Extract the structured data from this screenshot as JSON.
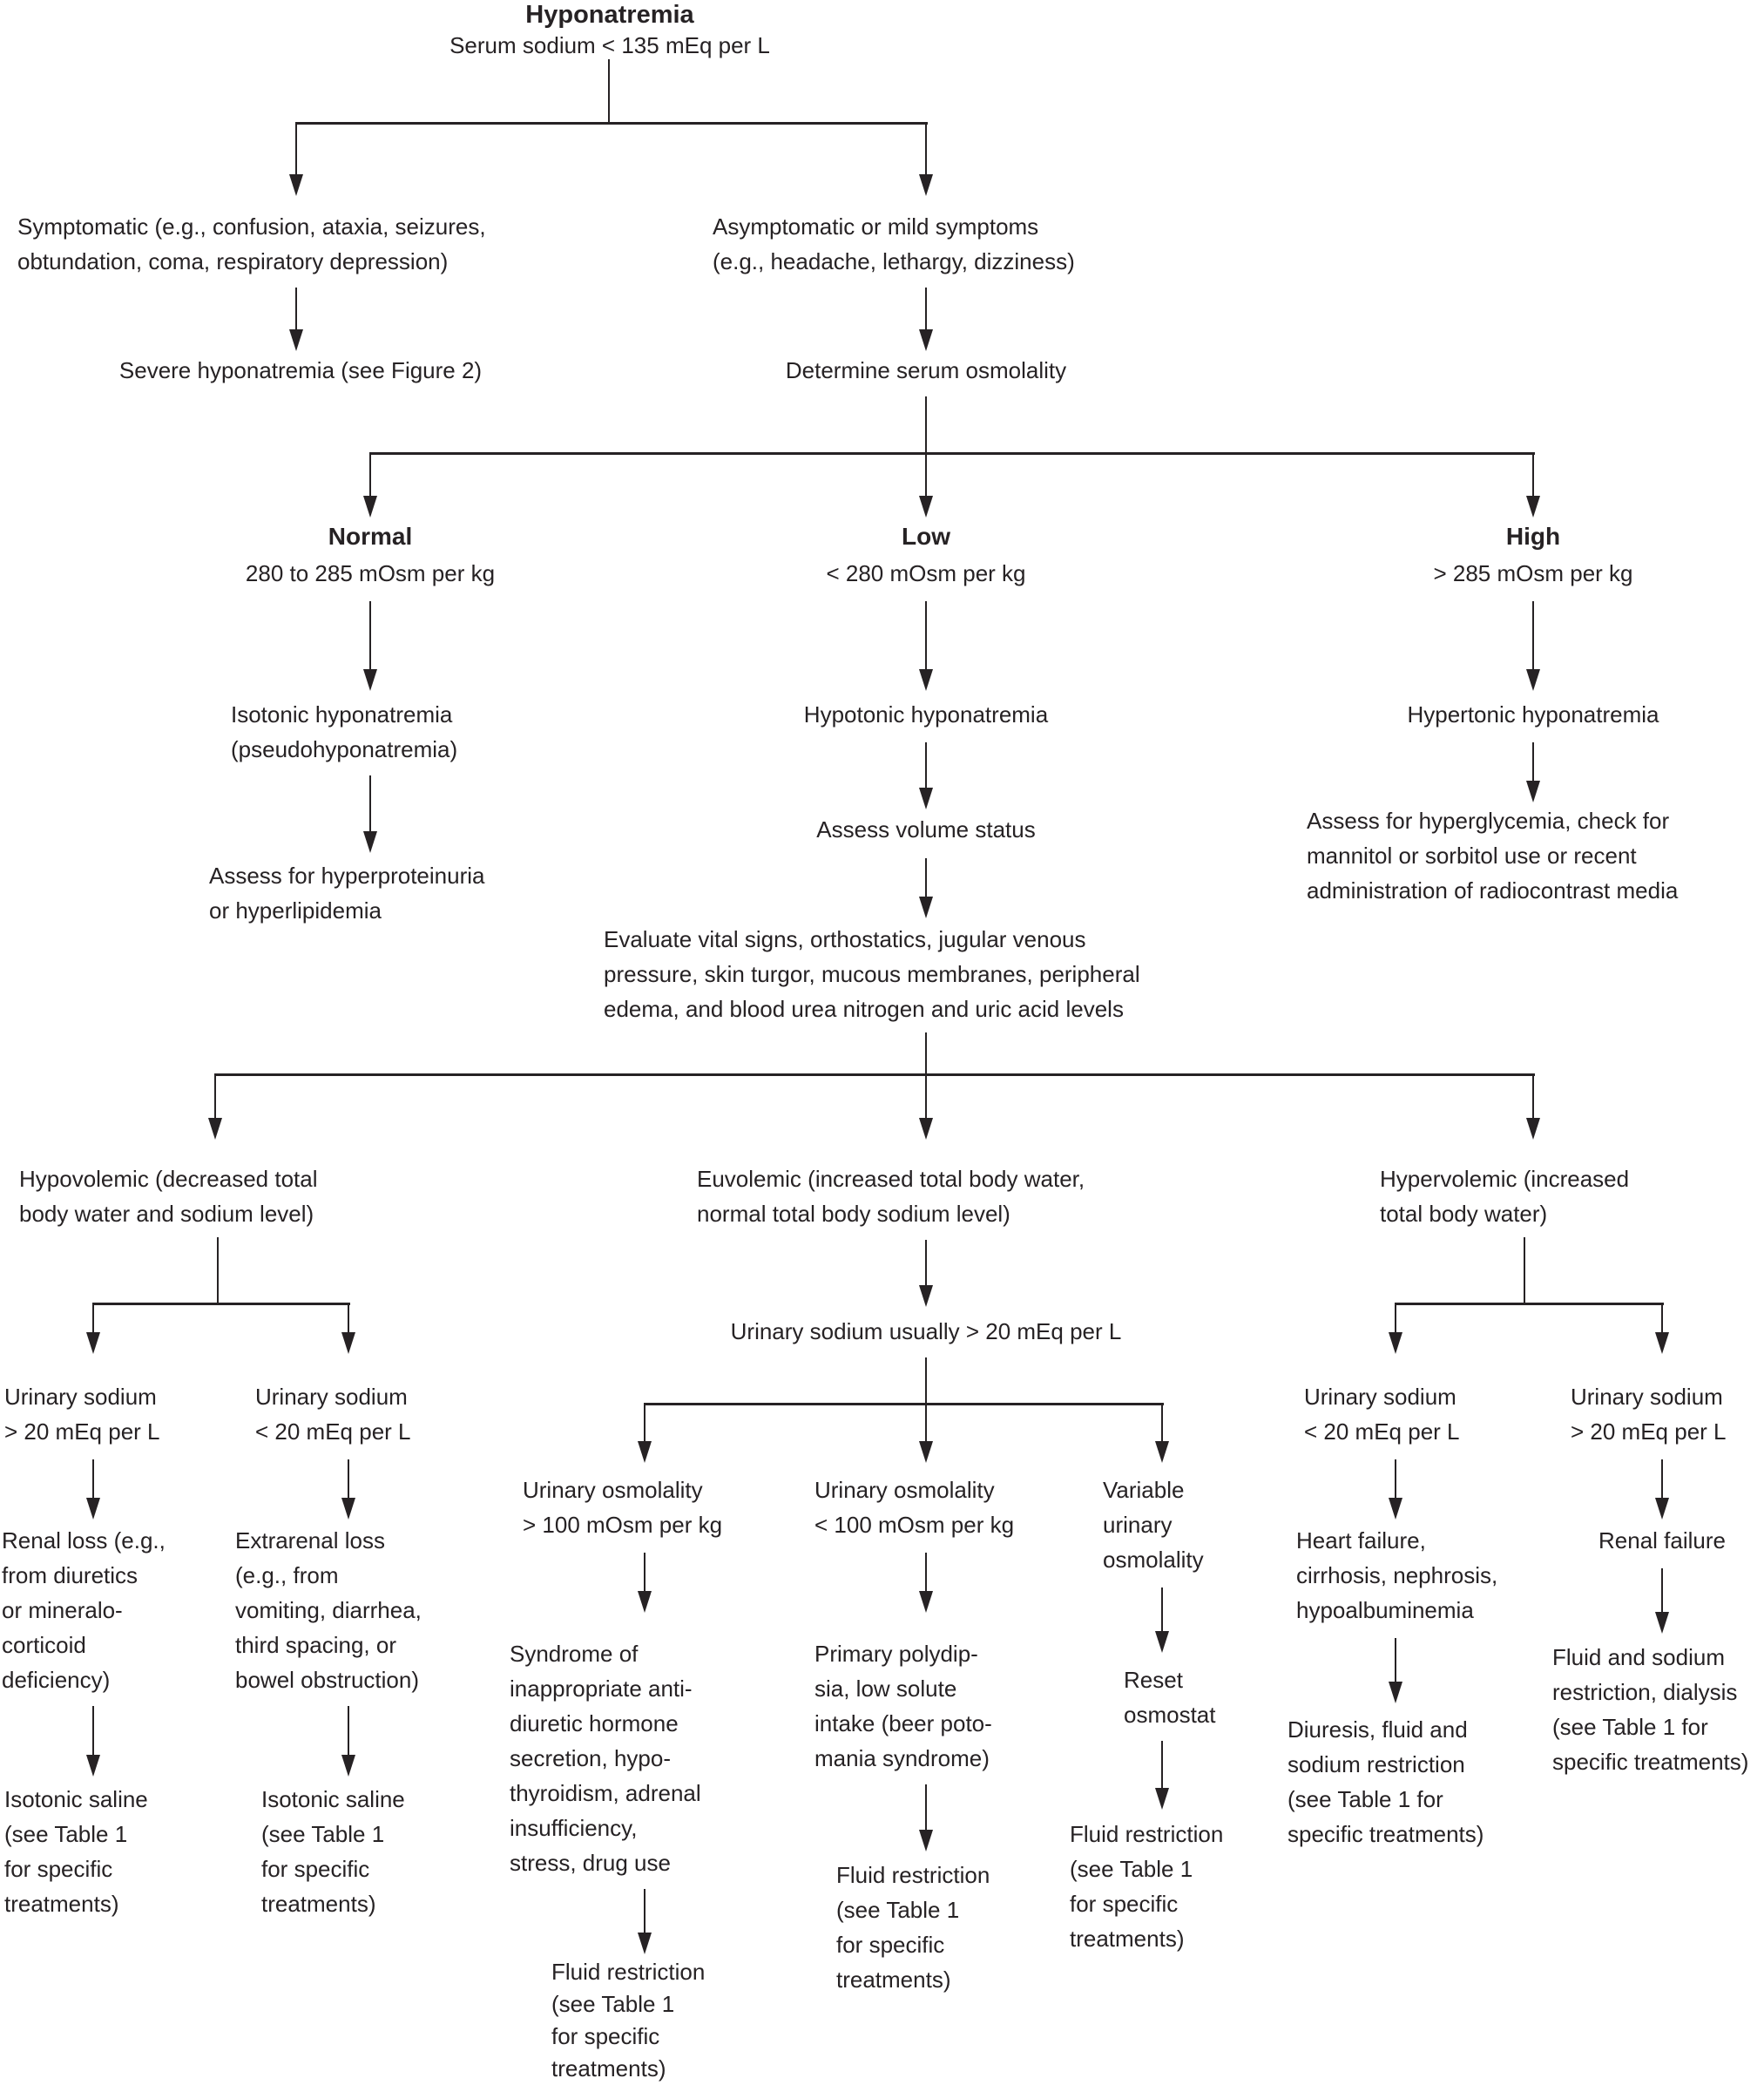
{
  "diagram": {
    "colors": {
      "line": "#262224",
      "text": "#262224",
      "background": "#ffffff"
    },
    "nodes": {
      "title": "Hyponatremia",
      "subtitle": "Serum sodium < 135 mEq per L",
      "symptomatic": "Symptomatic (e.g., confusion, ataxia, seizures,\nobtundation, coma, respiratory depression)",
      "severe": "Severe hyponatremia (see Figure 2)",
      "asymptomatic": "Asymptomatic or mild symptoms\n(e.g., headache, lethargy, dizziness)",
      "determine": "Determine serum osmolality",
      "normal_label": "Normal",
      "normal_range": "280 to 285 mOsm per kg",
      "low_label": "Low",
      "low_range": "< 280 mOsm per kg",
      "high_label": "High",
      "high_range": "> 285 mOsm per kg",
      "isotonic": "Isotonic hyponatremia\n(pseudohyponatremia)",
      "hypotonic": "Hypotonic hyponatremia",
      "hypertonic": "Hypertonic hyponatremia",
      "assess_protein": "Assess for hyperproteinuria\nor hyperlipidemia",
      "assess_volume": "Assess volume status",
      "assess_glycemia": "Assess for hyperglycemia, check for\nmannitol or sorbitol use or recent\nadministration of radiocontrast media",
      "evaluate": "Evaluate vital signs, orthostatics, jugular venous\npressure, skin turgor, mucous membranes, peripheral\nedema, and blood urea nitrogen and uric acid levels",
      "hypovolemic": "Hypovolemic (decreased total\nbody water and sodium level)",
      "euvolemic": "Euvolemic (increased total body water,\nnormal total body sodium level)",
      "hypervolemic": "Hypervolemic (increased\ntotal body water)",
      "eu_urinary": "Urinary sodium usually > 20 mEq per L",
      "hypo_us_gt": "Urinary sodium\n> 20 mEq per L",
      "hypo_us_lt": "Urinary sodium\n< 20 mEq per L",
      "hyper_us_lt": "Urinary sodium\n< 20 mEq per L",
      "hyper_us_gt": "Urinary sodium\n> 20 mEq per L",
      "uo_gt": "Urinary osmolality\n> 100 mOsm per kg",
      "uo_lt": "Urinary osmolality\n< 100 mOsm per kg",
      "uo_var": "Variable\nurinary\nosmolality",
      "renal_loss": "Renal loss (e.g.,\nfrom diuretics\nor mineralo-\ncorticoid\ndeficiency)",
      "extrarenal_loss": "Extrarenal loss\n(e.g., from\nvomiting, diarrhea,\nthird spacing, or\nbowel obstruction)",
      "heart_failure": "Heart failure,\ncirrhosis, nephrosis,\nhypoalbuminemia",
      "renal_failure": "Renal failure",
      "siadh": "Syndrome of\ninappropriate anti-\ndiuretic hormone\nsecretion, hypo-\nthyroidism, adrenal\ninsufficiency,\nstress, drug use",
      "polydipsia": "Primary polydip-\nsia, low solute\nintake (beer poto-\nmania syndrome)",
      "reset_osmostat": "Reset\nosmostat",
      "isotonic_saline_1": "Isotonic saline\n(see Table 1\nfor specific\ntreatments)",
      "isotonic_saline_2": "Isotonic saline\n(see Table 1\nfor specific\ntreatments)",
      "fluid_restriction_siadh": "Fluid restriction\n(see Table 1\nfor specific\ntreatments)",
      "fluid_restriction_poly": "Fluid restriction\n(see Table 1\nfor specific\ntreatments)",
      "fluid_restriction_reset": "Fluid restriction\n(see Table 1\nfor specific\ntreatments)",
      "diuresis": "Diuresis, fluid and\nsodium restriction\n(see Table 1 for\nspecific treatments)",
      "fluid_sodium_restriction": "Fluid and sodium\nrestriction, dialysis\n(see Table 1 for\nspecific treatments)"
    }
  }
}
